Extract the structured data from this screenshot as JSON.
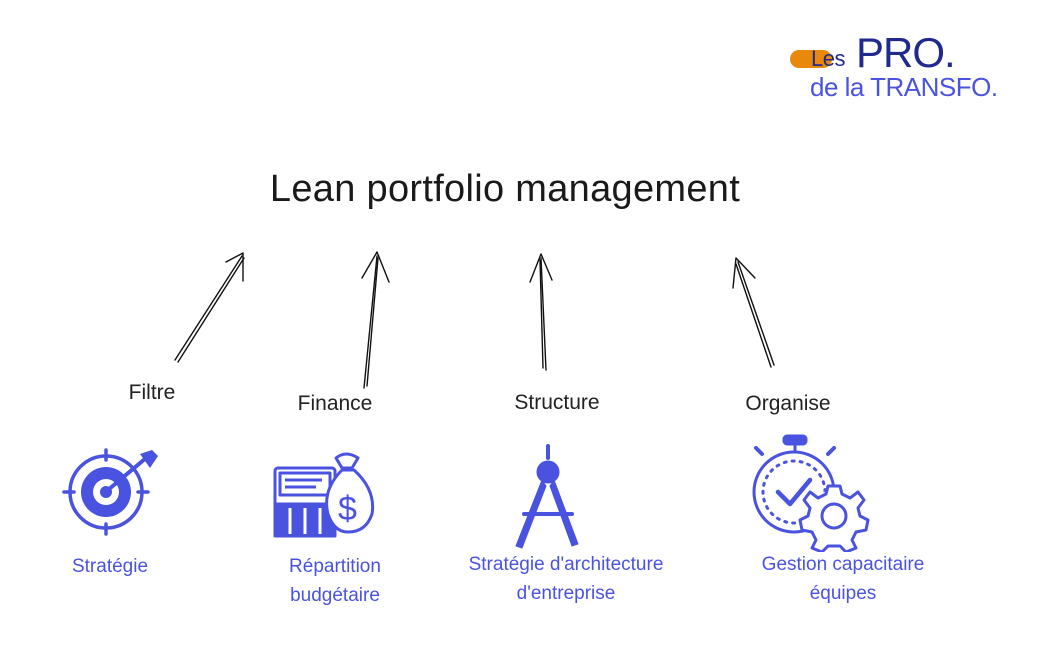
{
  "logo": {
    "les": "Les",
    "pro": "PRO.",
    "transfo": "de la TRANSFO.",
    "accent_color": "#e8890c",
    "brand_color": "#4a53e0"
  },
  "title": "Lean portfolio management",
  "pillars": [
    {
      "verb": "Filtre",
      "caption_lines": [
        "Stratégie",
        ""
      ],
      "icon": "target-icon"
    },
    {
      "verb": "Finance",
      "caption_lines": [
        "Répartition",
        "budgétaire"
      ],
      "icon": "budget-moneybag-icon"
    },
    {
      "verb": "Structure",
      "caption_lines": [
        "Stratégie d'architecture",
        "d'entreprise"
      ],
      "icon": "compass-icon"
    },
    {
      "verb": "Organise",
      "caption_lines": [
        "Gestion capacitaire",
        "équipes"
      ],
      "icon": "stopwatch-gear-icon"
    }
  ]
}
